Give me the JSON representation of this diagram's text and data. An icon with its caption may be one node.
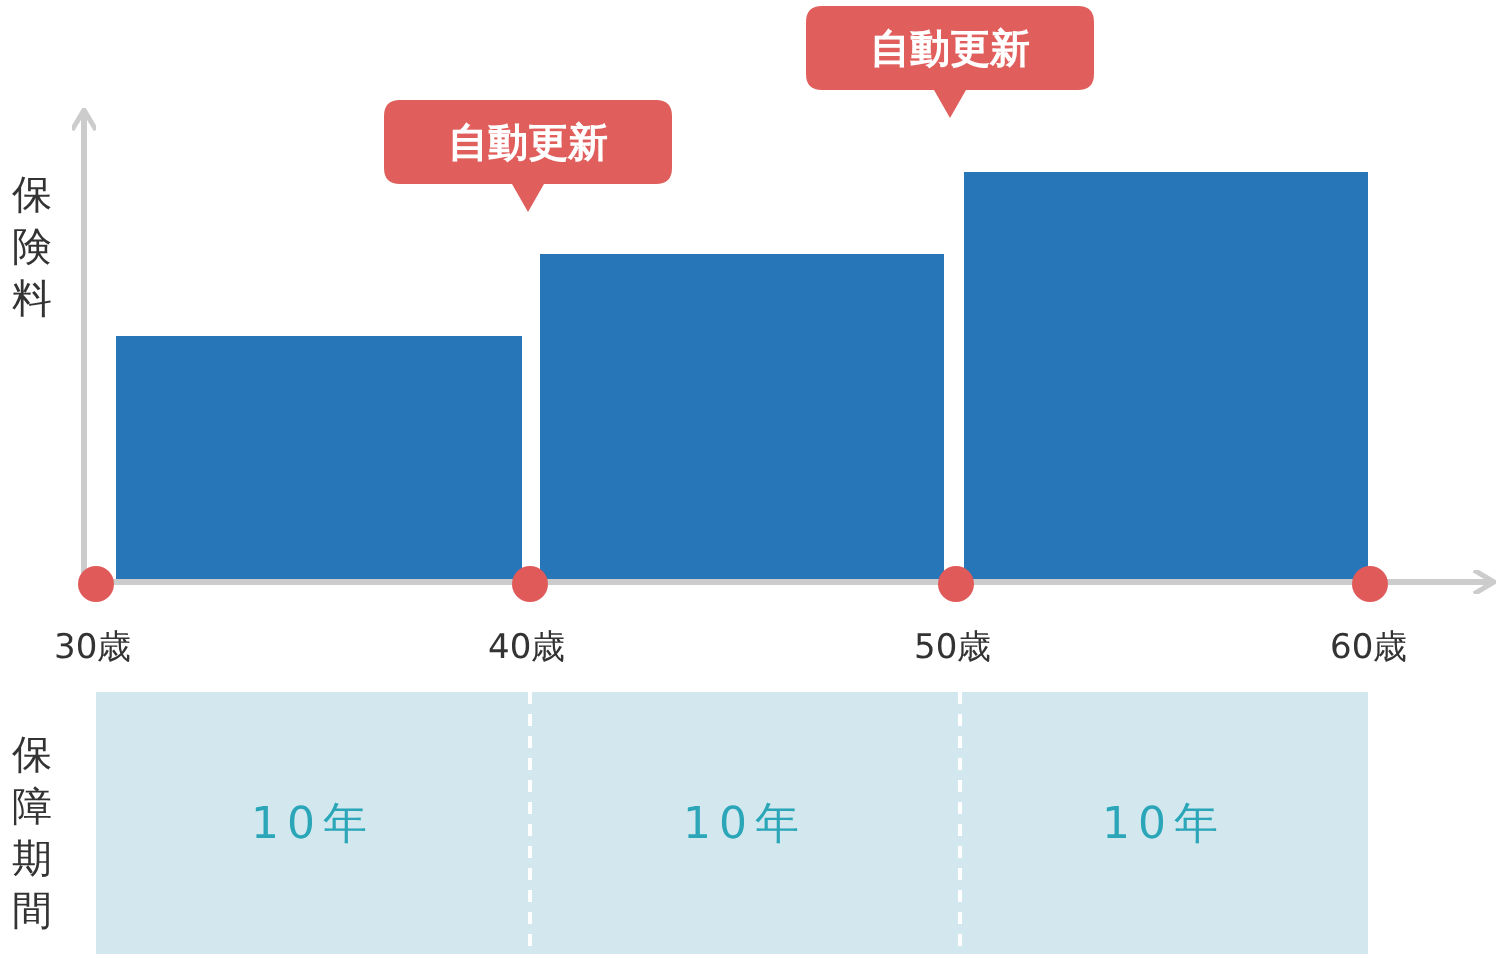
{
  "diagram": {
    "nodes": [
      {
        "text": [
          "自動更新"
        ]
      },
      {
        "text": [
          "自動更新"
        ]
      },
      {
        "text": [],
        "shape": "bar"
      },
      {
        "text": [],
        "shape": "bar"
      },
      {
        "text": [],
        "shape": "bar"
      },
      {
        "text": [
          "10年"
        ]
      },
      {
        "text": [
          "10年"
        ]
      },
      {
        "text": [
          "10年"
        ]
      }
    ],
    "labels": [
      "保険料",
      "30歳",
      "40歳",
      "50歳",
      "60歳",
      "保障期間"
    ]
  }
}
